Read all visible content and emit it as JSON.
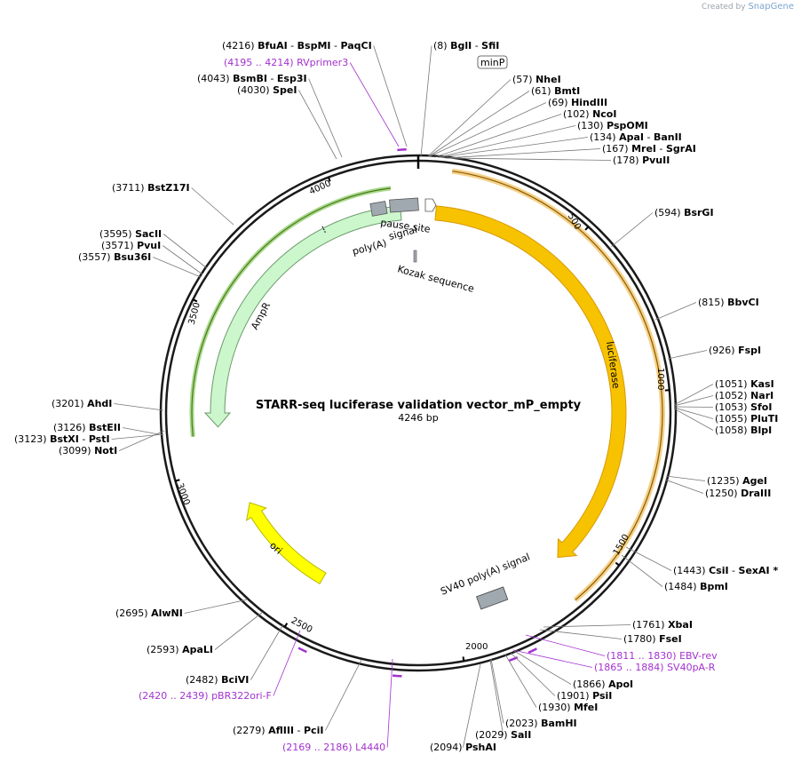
{
  "brand": {
    "prefix": "Created by",
    "name": "SnapGene"
  },
  "map": {
    "title": "STARR-seq luciferase validation vector_mP_empty",
    "length_text": "4246 bp",
    "total_bp": 4246
  },
  "ticks": [
    "500",
    "1000",
    "1500",
    "2000",
    "2500",
    "3000",
    "3500",
    "4000"
  ],
  "features": {
    "luciferase": "luciferase",
    "sv40": "SV40 poly(A) signal",
    "ori": "ori",
    "ampr": "AmpR",
    "polya1": "poly(A)",
    "polya2": "signal",
    "pause": "pause site",
    "kozak": "Kozak sequence",
    "minp": "minP"
  },
  "sites": [
    {
      "pos": "(4216)",
      "name": "BfuAI",
      "extra": [
        " - ",
        "BspMI",
        " - ",
        "PaqCI"
      ]
    },
    {
      "pos": "(4195 .. 4214)",
      "name": "RVprimer3",
      "primer": true
    },
    {
      "pos": "(4043)",
      "name": "BsmBI",
      "extra": [
        " - ",
        "Esp3I"
      ]
    },
    {
      "pos": "(4030)",
      "name": "SpeI"
    },
    {
      "pos": "(8)",
      "name": "BglI",
      "extra": [
        " - ",
        "SfiI"
      ]
    },
    {
      "pos": "(57)",
      "name": "NheI"
    },
    {
      "pos": "(61)",
      "name": "BmtI"
    },
    {
      "pos": "(69)",
      "name": "HindIII"
    },
    {
      "pos": "(102)",
      "name": "NcoI"
    },
    {
      "pos": "(130)",
      "name": "PspOMI"
    },
    {
      "pos": "(134)",
      "name": "ApaI",
      "extra": [
        " - ",
        "BanII"
      ]
    },
    {
      "pos": "(167)",
      "name": "MreI",
      "extra": [
        " - ",
        "SgrAI"
      ]
    },
    {
      "pos": "(178)",
      "name": "PvuII"
    },
    {
      "pos": "(594)",
      "name": "BsrGI"
    },
    {
      "pos": "(815)",
      "name": "BbvCI"
    },
    {
      "pos": "(926)",
      "name": "FspI"
    },
    {
      "pos": "(1051)",
      "name": "KasI"
    },
    {
      "pos": "(1052)",
      "name": "NarI"
    },
    {
      "pos": "(1053)",
      "name": "SfoI"
    },
    {
      "pos": "(1055)",
      "name": "PluTI"
    },
    {
      "pos": "(1058)",
      "name": "BlpI"
    },
    {
      "pos": "(1235)",
      "name": "AgeI"
    },
    {
      "pos": "(1250)",
      "name": "DraIII"
    },
    {
      "pos": "(1443)",
      "name": "CsiI",
      "extra": [
        " - ",
        "SexAI *"
      ]
    },
    {
      "pos": "(1484)",
      "name": "BpmI"
    },
    {
      "pos": "(1761)",
      "name": "XbaI"
    },
    {
      "pos": "(1780)",
      "name": "FseI"
    },
    {
      "pos": "(1811 .. 1830)",
      "name": "EBV-rev",
      "primer": true
    },
    {
      "pos": "(1865 .. 1884)",
      "name": "SV40pA-R",
      "primer": true
    },
    {
      "pos": "(1866)",
      "name": "ApoI"
    },
    {
      "pos": "(1901)",
      "name": "PsiI"
    },
    {
      "pos": "(1930)",
      "name": "MfeI"
    },
    {
      "pos": "(2023)",
      "name": "BamHI"
    },
    {
      "pos": "(2029)",
      "name": "SalI"
    },
    {
      "pos": "(2094)",
      "name": "PshAI"
    },
    {
      "pos": "(2169 .. 2186)",
      "name": "L4440",
      "primer": true
    },
    {
      "pos": "(2279)",
      "name": "AflIII",
      "extra": [
        " - ",
        "PciI"
      ]
    },
    {
      "pos": "(2420 .. 2439)",
      "name": "pBR322ori-F",
      "primer": true
    },
    {
      "pos": "(2482)",
      "name": "BciVI"
    },
    {
      "pos": "(2593)",
      "name": "ApaLI"
    },
    {
      "pos": "(2695)",
      "name": "AlwNI"
    },
    {
      "pos": "(3099)",
      "name": "NotI"
    },
    {
      "pos": "(3123)",
      "name": "BstXI",
      "extra": [
        " - ",
        "PstI"
      ]
    },
    {
      "pos": "(3126)",
      "name": "BstEII"
    },
    {
      "pos": "(3201)",
      "name": "AhdI"
    },
    {
      "pos": "(3557)",
      "name": "Bsu36I"
    },
    {
      "pos": "(3571)",
      "name": "PvuI"
    },
    {
      "pos": "(3595)",
      "name": "SacII"
    },
    {
      "pos": "(3711)",
      "name": "BstZ17I"
    }
  ],
  "colors": {
    "backbone": "#1a1a1a",
    "luciferase": "#f7c200",
    "luciferase_edge": "#d79a00",
    "ori": "#ffff00",
    "ampr": "#ccf7cc",
    "ampr_edge": "#4d7a1e",
    "primer": "#a431cf",
    "gray_feature": "#a0a8b0"
  }
}
